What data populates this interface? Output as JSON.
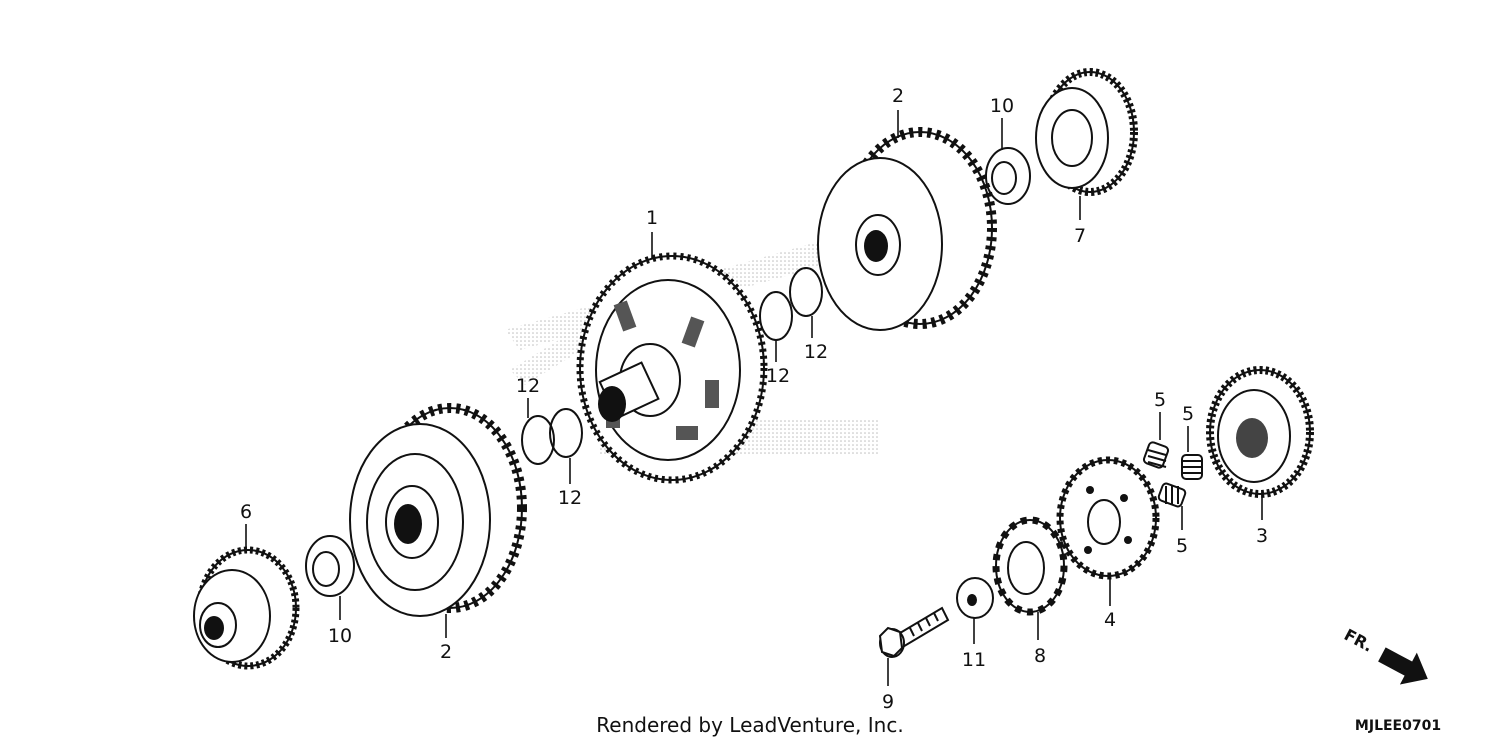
{
  "callouts": [
    {
      "id": "c1",
      "text": "1"
    },
    {
      "id": "c2a",
      "text": "2"
    },
    {
      "id": "c2b",
      "text": "2"
    },
    {
      "id": "c3",
      "text": "3"
    },
    {
      "id": "c4",
      "text": "4"
    },
    {
      "id": "c5a",
      "text": "5"
    },
    {
      "id": "c5b",
      "text": "5"
    },
    {
      "id": "c5c",
      "text": "5"
    },
    {
      "id": "c6",
      "text": "6"
    },
    {
      "id": "c7",
      "text": "7"
    },
    {
      "id": "c8",
      "text": "8"
    },
    {
      "id": "c9",
      "text": "9"
    },
    {
      "id": "c10a",
      "text": "10"
    },
    {
      "id": "c10b",
      "text": "10"
    },
    {
      "id": "c11",
      "text": "11"
    },
    {
      "id": "c12a",
      "text": "12"
    },
    {
      "id": "c12b",
      "text": "12"
    },
    {
      "id": "c12c",
      "text": "12"
    },
    {
      "id": "c12d",
      "text": "12"
    }
  ],
  "direction_indicator": "FR.",
  "footer": {
    "credit": "Rendered by LeadVenture, Inc.",
    "code": "MJLEE0701"
  },
  "colors": {
    "ink": "#111111",
    "background": "#ffffff",
    "watermark": "#cfcfcf"
  }
}
